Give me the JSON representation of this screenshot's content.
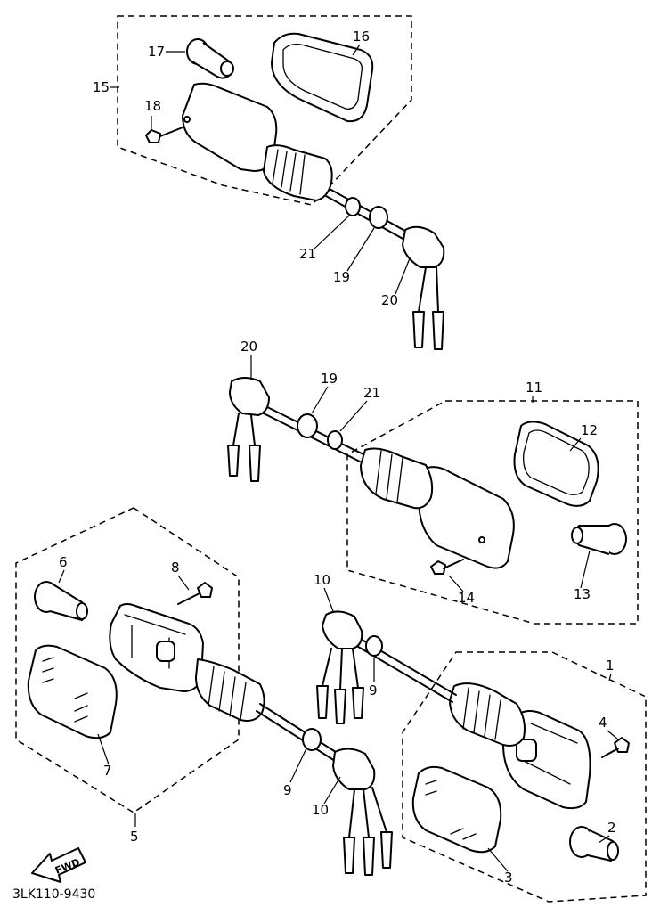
{
  "figure_code": "3LK110-9430",
  "fwd_label": "FWD",
  "callouts": {
    "c1": "1",
    "c2": "2",
    "c3": "3",
    "c4": "4",
    "c5": "5",
    "c6": "6",
    "c7": "7",
    "c8": "8",
    "c9a": "9",
    "c9b": "9",
    "c10a": "10",
    "c10b": "10",
    "c11": "11",
    "c12": "12",
    "c13": "13",
    "c14": "14",
    "c15": "15",
    "c16": "16",
    "c17": "17",
    "c18": "18",
    "c19a": "19",
    "c19b": "19",
    "c20a": "20",
    "c20b": "20",
    "c21a": "21",
    "c21b": "21"
  }
}
